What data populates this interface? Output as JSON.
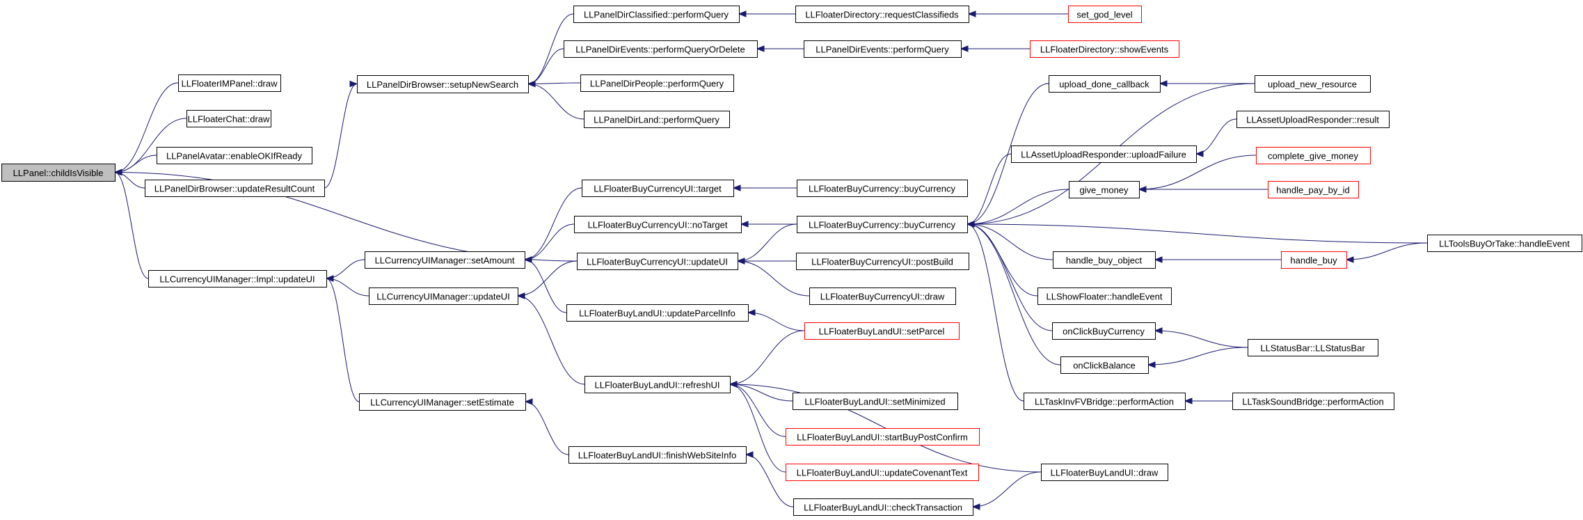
{
  "graph": {
    "root": "n_root",
    "colors": {
      "edge": "#191970",
      "node_border": "#000000",
      "truncated_border": "#ff0000",
      "root_fill": "#bfbfbf"
    },
    "nodes": [
      {
        "id": "n_root",
        "label": "LLPanel::childIsVisible",
        "root": true
      },
      {
        "id": "n_im",
        "label": "LLFloaterIMPanel::draw"
      },
      {
        "id": "n_chat",
        "label": "LLFloaterChat::draw"
      },
      {
        "id": "n_avatar",
        "label": "LLPanelAvatar::enableOKIfReady"
      },
      {
        "id": "n_urc",
        "label": "LLPanelDirBrowser::updateResultCount"
      },
      {
        "id": "n_impl",
        "label": "LLCurrencyUIManager::Impl::updateUI"
      },
      {
        "id": "n_sns",
        "label": "LLPanelDirBrowser::setupNewSearch"
      },
      {
        "id": "n_setamt",
        "label": "LLCurrencyUIManager::setAmount"
      },
      {
        "id": "n_mgrupd",
        "label": "LLCurrencyUIManager::updateUI"
      },
      {
        "id": "n_setest",
        "label": "LLCurrencyUIManager::setEstimate"
      },
      {
        "id": "n_dcpq",
        "label": "LLPanelDirClassified::performQuery"
      },
      {
        "id": "n_depqd",
        "label": "LLPanelDirEvents::performQueryOrDelete"
      },
      {
        "id": "n_dppq",
        "label": "LLPanelDirPeople::performQuery"
      },
      {
        "id": "n_dlpq",
        "label": "LLPanelDirLand::performQuery"
      },
      {
        "id": "n_bcuit",
        "label": "LLFloaterBuyCurrencyUI::target"
      },
      {
        "id": "n_bcuint",
        "label": "LLFloaterBuyCurrencyUI::noTarget"
      },
      {
        "id": "n_bcuiu",
        "label": "LLFloaterBuyCurrencyUI::updateUI"
      },
      {
        "id": "n_blupi",
        "label": "LLFloaterBuyLandUI::updateParcelInfo"
      },
      {
        "id": "n_blref",
        "label": "LLFloaterBuyLandUI::refreshUI"
      },
      {
        "id": "n_blfws",
        "label": "LLFloaterBuyLandUI::finishWebSiteInfo"
      },
      {
        "id": "n_fdrc",
        "label": "LLFloaterDirectory::requestClassifieds"
      },
      {
        "id": "n_depq",
        "label": "LLPanelDirEvents::performQuery"
      },
      {
        "id": "n_bcbc1",
        "label": "LLFloaterBuyCurrency::buyCurrency"
      },
      {
        "id": "n_bcbc2",
        "label": "LLFloaterBuyCurrency::buyCurrency"
      },
      {
        "id": "n_bcuipb",
        "label": "LLFloaterBuyCurrencyUI::postBuild"
      },
      {
        "id": "n_bcuid",
        "label": "LLFloaterBuyCurrencyUI::draw"
      },
      {
        "id": "n_blsp",
        "label": "LLFloaterBuyLandUI::setParcel",
        "red": true
      },
      {
        "id": "n_blsm",
        "label": "LLFloaterBuyLandUI::setMinimized"
      },
      {
        "id": "n_blsbpc",
        "label": "LLFloaterBuyLandUI::startBuyPostConfirm",
        "red": true
      },
      {
        "id": "n_blucv",
        "label": "LLFloaterBuyLandUI::updateCovenantText",
        "red": true
      },
      {
        "id": "n_blct",
        "label": "LLFloaterBuyLandUI::checkTransaction"
      },
      {
        "id": "n_sgl",
        "label": "set_god_level",
        "red": true
      },
      {
        "id": "n_fdse",
        "label": "LLFloaterDirectory::showEvents",
        "red": true
      },
      {
        "id": "n_udc",
        "label": "upload_done_callback"
      },
      {
        "id": "n_auruf",
        "label": "LLAssetUploadResponder::uploadFailure"
      },
      {
        "id": "n_gm",
        "label": "give_money"
      },
      {
        "id": "n_hbo",
        "label": "handle_buy_object"
      },
      {
        "id": "n_shf",
        "label": "LLShowFloater::handleEvent"
      },
      {
        "id": "n_obc",
        "label": "onClickBuyCurrency"
      },
      {
        "id": "n_obal",
        "label": "onClickBalance"
      },
      {
        "id": "n_tifv",
        "label": "LLTaskInvFVBridge::performAction"
      },
      {
        "id": "n_bld",
        "label": "LLFloaterBuyLandUI::draw"
      },
      {
        "id": "n_unr",
        "label": "upload_new_resource"
      },
      {
        "id": "n_aurr",
        "label": "LLAssetUploadResponder::result"
      },
      {
        "id": "n_cgm",
        "label": "complete_give_money",
        "red": true
      },
      {
        "id": "n_hpbi",
        "label": "handle_pay_by_id",
        "red": true
      },
      {
        "id": "n_hb",
        "label": "handle_buy",
        "red": true
      },
      {
        "id": "n_tbot",
        "label": "LLToolsBuyOrTake::handleEvent"
      },
      {
        "id": "n_sbsb",
        "label": "LLStatusBar::LLStatusBar"
      },
      {
        "id": "n_tsb",
        "label": "LLTaskSoundBridge::performAction"
      }
    ],
    "edges": [
      [
        "n_im",
        "n_root"
      ],
      [
        "n_chat",
        "n_root"
      ],
      [
        "n_avatar",
        "n_root"
      ],
      [
        "n_urc",
        "n_root"
      ],
      [
        "n_impl",
        "n_root"
      ],
      [
        "n_bcuiu",
        "n_root"
      ],
      [
        "n_urc",
        "n_sns"
      ],
      [
        "n_dcpq",
        "n_sns"
      ],
      [
        "n_depqd",
        "n_sns"
      ],
      [
        "n_dppq",
        "n_sns"
      ],
      [
        "n_dlpq",
        "n_sns"
      ],
      [
        "n_fdrc",
        "n_dcpq"
      ],
      [
        "n_sgl",
        "n_fdrc"
      ],
      [
        "n_depq",
        "n_depqd"
      ],
      [
        "n_fdse",
        "n_depq"
      ],
      [
        "n_setamt",
        "n_impl"
      ],
      [
        "n_mgrupd",
        "n_impl"
      ],
      [
        "n_setest",
        "n_impl"
      ],
      [
        "n_bcuit",
        "n_setamt"
      ],
      [
        "n_bcuint",
        "n_setamt"
      ],
      [
        "n_blupi",
        "n_setamt"
      ],
      [
        "n_bcuiu",
        "n_mgrupd"
      ],
      [
        "n_blref",
        "n_mgrupd"
      ],
      [
        "n_blfws",
        "n_setest"
      ],
      [
        "n_bcbc1",
        "n_bcuit"
      ],
      [
        "n_bcbc2",
        "n_bcuint"
      ],
      [
        "n_bcbc2",
        "n_bcuiu"
      ],
      [
        "n_bcuipb",
        "n_bcuiu"
      ],
      [
        "n_bcuid",
        "n_bcuiu"
      ],
      [
        "n_blsp",
        "n_blupi"
      ],
      [
        "n_blsp",
        "n_blref"
      ],
      [
        "n_blsm",
        "n_blref"
      ],
      [
        "n_blsbpc",
        "n_blref"
      ],
      [
        "n_blucv",
        "n_blref"
      ],
      [
        "n_bld",
        "n_blref"
      ],
      [
        "n_blct",
        "n_blfws"
      ],
      [
        "n_bld",
        "n_blct"
      ],
      [
        "n_udc",
        "n_bcbc2"
      ],
      [
        "n_unr",
        "n_bcbc2"
      ],
      [
        "n_auruf",
        "n_bcbc2"
      ],
      [
        "n_gm",
        "n_bcbc2"
      ],
      [
        "n_hbo",
        "n_bcbc2"
      ],
      [
        "n_shf",
        "n_bcbc2"
      ],
      [
        "n_obc",
        "n_bcbc2"
      ],
      [
        "n_obal",
        "n_bcbc2"
      ],
      [
        "n_tifv",
        "n_bcbc2"
      ],
      [
        "n_tbot",
        "n_bcbc2"
      ],
      [
        "n_unr",
        "n_udc"
      ],
      [
        "n_aurr",
        "n_auruf"
      ],
      [
        "n_cgm",
        "n_gm"
      ],
      [
        "n_hpbi",
        "n_gm"
      ],
      [
        "n_hb",
        "n_hbo"
      ],
      [
        "n_tbot",
        "n_hb"
      ],
      [
        "n_sbsb",
        "n_obc"
      ],
      [
        "n_sbsb",
        "n_obal"
      ],
      [
        "n_tsb",
        "n_tifv"
      ]
    ]
  }
}
